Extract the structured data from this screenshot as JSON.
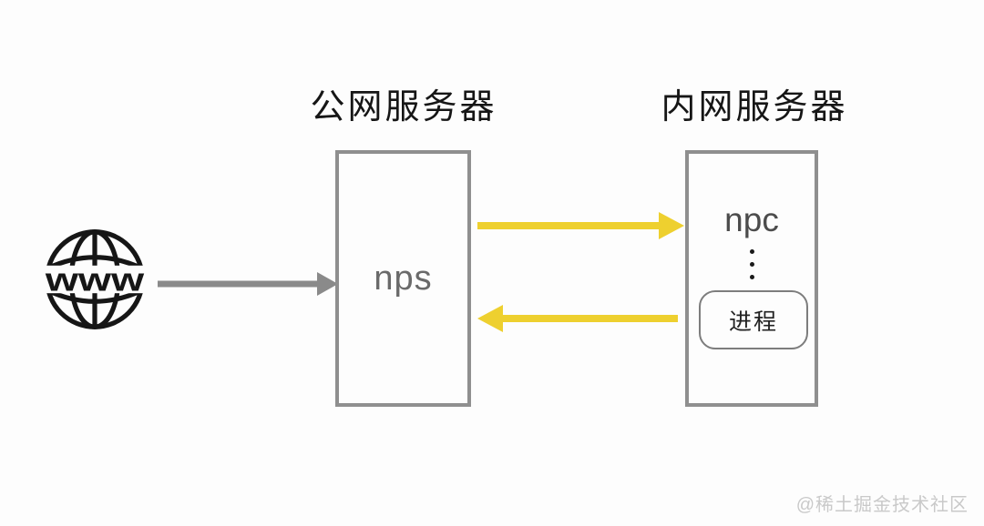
{
  "public_server": {
    "title": "公网服务器",
    "node_label": "nps"
  },
  "private_server": {
    "title": "内网服务器",
    "node_label": "npc",
    "process_label": "进程"
  },
  "www_globe": {
    "label": "www"
  },
  "watermark": "@稀土掘金技术社区",
  "icons": {
    "globe": "www-globe-icon",
    "ellipsis": "vertical-ellipsis-icon",
    "arrows": [
      "www-to-nps-arrow",
      "nps-to-npc-arrow",
      "npc-to-nps-arrow"
    ]
  },
  "colors": {
    "background": "#fdfdfd",
    "arrow_yellow": "#eed02f",
    "arrow_gray": "#8a8a8a",
    "box_border": "#8f8f8f",
    "globe_stroke": "#161616",
    "title_text": "#161616",
    "nps_text": "#6a6a6a",
    "npc_text": "#4c4c4c",
    "process_text": "#222222",
    "watermark_text": "#c9c9c9"
  }
}
